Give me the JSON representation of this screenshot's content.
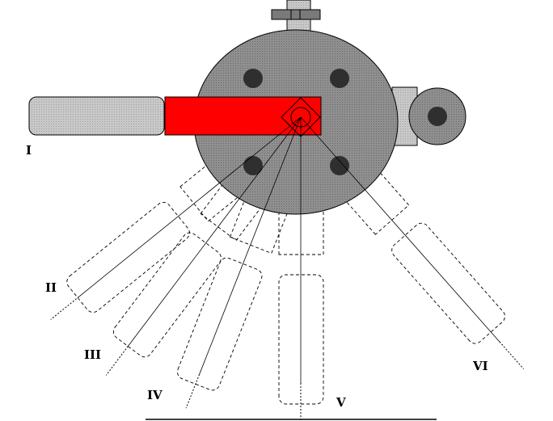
{
  "diagram": {
    "colors": {
      "body": "#8f8f8f",
      "fitting": "#c8c8c8",
      "nut": "#7a7a7a",
      "bolt": "#2f2f2f",
      "handle_red": "#ff0000",
      "grip": "#c4c4c4"
    },
    "positions": [
      {
        "id": "I",
        "label": "I"
      },
      {
        "id": "II",
        "label": "II"
      },
      {
        "id": "III",
        "label": "III"
      },
      {
        "id": "IV",
        "label": "IV"
      },
      {
        "id": "V",
        "label": "V"
      },
      {
        "id": "VI",
        "label": "VI"
      }
    ]
  }
}
